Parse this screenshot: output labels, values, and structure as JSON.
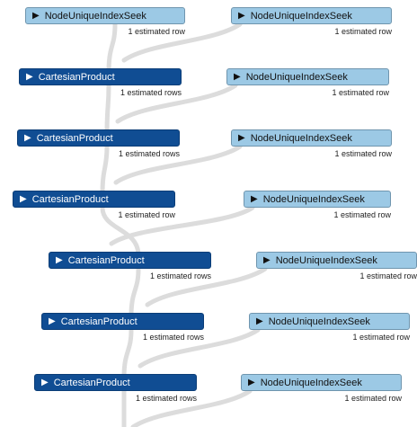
{
  "plan": {
    "rows": [
      {
        "left": {
          "operator": "NodeUniqueIndexSeek",
          "estimate": "1 estimated row",
          "style": "light"
        },
        "right": {
          "operator": "NodeUniqueIndexSeek",
          "estimate": "1 estimated row",
          "style": "light"
        }
      },
      {
        "left": {
          "operator": "CartesianProduct",
          "estimate": "1 estimated rows",
          "style": "dark"
        },
        "right": {
          "operator": "NodeUniqueIndexSeek",
          "estimate": "1 estimated row",
          "style": "light"
        }
      },
      {
        "left": {
          "operator": "CartesianProduct",
          "estimate": "1 estimated rows",
          "style": "dark"
        },
        "right": {
          "operator": "NodeUniqueIndexSeek",
          "estimate": "1 estimated row",
          "style": "light"
        }
      },
      {
        "left": {
          "operator": "CartesianProduct",
          "estimate": "1 estimated row",
          "style": "dark"
        },
        "right": {
          "operator": "NodeUniqueIndexSeek",
          "estimate": "1 estimated row",
          "style": "light"
        }
      },
      {
        "left": {
          "operator": "CartesianProduct",
          "estimate": "1 estimated rows",
          "style": "dark"
        },
        "right": {
          "operator": "NodeUniqueIndexSeek",
          "estimate": "1 estimated row",
          "style": "light"
        }
      },
      {
        "left": {
          "operator": "CartesianProduct",
          "estimate": "1 estimated rows",
          "style": "dark"
        },
        "right": {
          "operator": "NodeUniqueIndexSeek",
          "estimate": "1 estimated row",
          "style": "light"
        }
      },
      {
        "left": {
          "operator": "CartesianProduct",
          "estimate": "1 estimated rows",
          "style": "dark"
        },
        "right": {
          "operator": "NodeUniqueIndexSeek",
          "estimate": "1 estimated row",
          "style": "light"
        }
      }
    ]
  },
  "colors": {
    "cartesian_fill": "#104d93",
    "seek_fill": "#9cc9e5",
    "link": "#dcdcdc"
  },
  "icons": {
    "expand": "triangle-right-icon"
  }
}
